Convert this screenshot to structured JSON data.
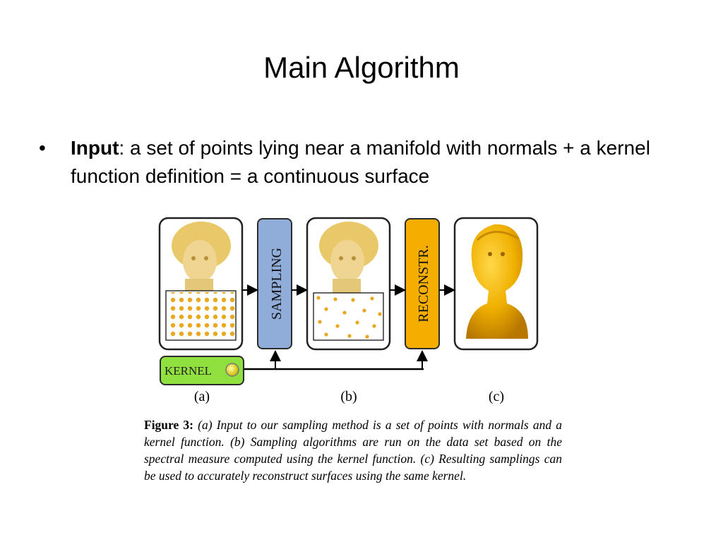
{
  "slide": {
    "title": "Main Algorithm",
    "bullet_bold": "Input",
    "bullet_rest": ": a set of points lying near a manifold with normals + a kernel function definition = a continuous surface"
  },
  "figure": {
    "sampling_label": "SAMPLING",
    "reconstr_label": "RECONSTR.",
    "kernel_label": "KERNEL",
    "panel_a": "(a)",
    "panel_b": "(b)",
    "panel_c": "(c)",
    "colors": {
      "sampling": "#8fadd8",
      "reconstr": "#f5ae00",
      "kernel": "#90e040",
      "points": "#e8a820",
      "bust": "#f0b000"
    }
  },
  "caption": {
    "label": "Figure 3:",
    "text": " (a) Input to our sampling method is a set of points with normals and a kernel function. (b) Sampling algorithms are run on the data set based on the spectral measure computed using the kernel function. (c) Resulting samplings can be used to accurately reconstruct surfaces using the same kernel."
  }
}
